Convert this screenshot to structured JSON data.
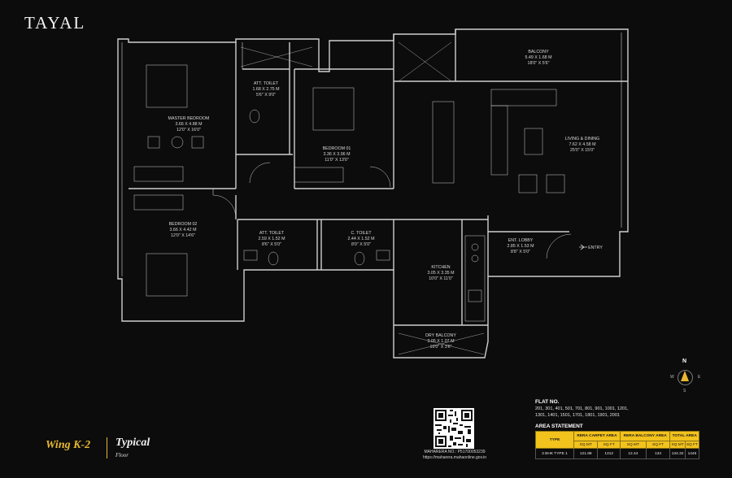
{
  "brand": "TAYAL",
  "rooms": {
    "balcony": {
      "name": "BALCONY",
      "metric": "5.49 X 1.68 M",
      "imperial": "18'0\" X 5'6\""
    },
    "living": {
      "name": "LIVING & DINING",
      "metric": "7.62 X 4.58 M",
      "imperial": "25'0\" X 15'0\""
    },
    "master": {
      "name": "MASTER BEDROOM",
      "metric": "3.66 X 4.88 M",
      "imperial": "12'0\" X 16'0\""
    },
    "att_toilet_1": {
      "name": "ATT. TOILET",
      "metric": "1.68 X 2.75 M",
      "imperial": "5'6\" X 9'0\""
    },
    "bedroom_01": {
      "name": "BEDROOM 01",
      "metric": "3.36 X 3.96 M",
      "imperial": "11'0\" X 13'0\""
    },
    "bedroom_02": {
      "name": "BEDROOM 02",
      "metric": "3.66 X 4.42 M",
      "imperial": "12'0\" X 14'6\""
    },
    "att_toilet_2": {
      "name": "ATT. TOILET",
      "metric": "2.59 X 1.52 M",
      "imperial": "8'6\" X 5'0\""
    },
    "c_toilet": {
      "name": "C. TOILET",
      "metric": "2.44 X 1.52 M",
      "imperial": "8'0\" X 5'0\""
    },
    "kitchen": {
      "name": "KITCHEN",
      "metric": "3.05 X 3.35 M",
      "imperial": "10'0\" X 11'0\""
    },
    "ent_lobby": {
      "name": "ENT. LOBBY",
      "metric": "2.85 X 1.53 M",
      "imperial": "8'8\" X 5'0\""
    },
    "dry_balcony": {
      "name": "DRY BALCONY",
      "metric": "3.05 X 1.07 M",
      "imperial": "10'0\" X 3'6\""
    }
  },
  "entry_label": "ENTRY",
  "wing": {
    "name": "Wing K-2",
    "title": "Typical",
    "subtitle": "Floor"
  },
  "maharera": {
    "no": "MAHARERA NO.: P51700053239",
    "url": "https://maharera.mahaonline.gov.in"
  },
  "flat": {
    "heading": "FLAT NO.",
    "numbers_line1": "201, 301, 401, 501, 701, 801, 901, 1001, 1201,",
    "numbers_line2": "1301, 1401, 1501, 1701, 1801, 1901, 2001"
  },
  "area": {
    "heading": "AREA STATEMENT",
    "headers": {
      "type": "TYPE",
      "carpet": "RERA CARPET AREA",
      "balcony": "RERA BALCONY AREA",
      "total": "TOTAL AREA"
    },
    "units": {
      "carpet_mt": "SQ MT",
      "carpet_ft": "SQ FT",
      "balcony_mt": "SQ MT",
      "balcony_ft": "SQ FT",
      "total_mt": "SQ MT",
      "total_ft": "SQ FT"
    },
    "row": {
      "type": "3 BHK TYPE 1",
      "carpet_mt": "121.88",
      "carpet_ft": "1312",
      "balcony_mt": "12.44",
      "balcony_ft": "134",
      "total_mt": "134.32",
      "total_ft": "1446"
    }
  },
  "compass": {
    "n": "N",
    "s": "S",
    "e": "E",
    "w": "W"
  },
  "colors": {
    "background": "#0c0c0c",
    "accent": "#f2c21d",
    "wall": "#cfcfcf"
  }
}
